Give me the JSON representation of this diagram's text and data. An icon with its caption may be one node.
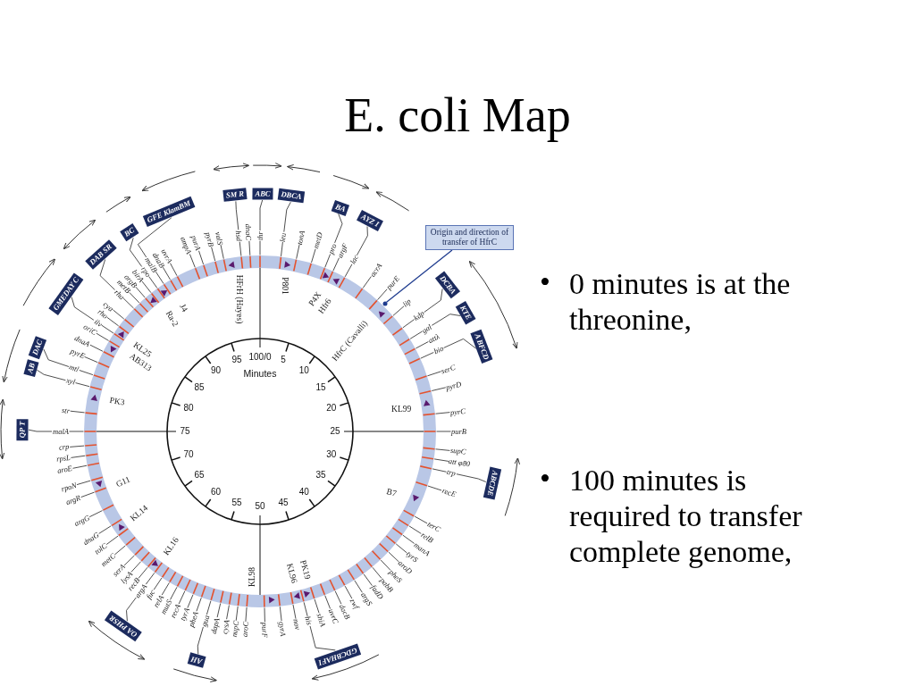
{
  "diagram": {
    "title": "E. coli Map",
    "nodes": [
      {
        "text": [
          "thr"
        ]
      },
      {
        "text": [
          "leu"
        ]
      },
      {
        "text": [
          "tonA"
        ]
      },
      {
        "text": [
          "metD"
        ]
      },
      {
        "text": [
          "pro"
        ]
      },
      {
        "text": [
          "argF"
        ]
      },
      {
        "text": [
          "lac"
        ]
      },
      {
        "text": [
          "acrA"
        ]
      },
      {
        "text": [
          "purE"
        ]
      },
      {
        "text": [
          "lip"
        ]
      },
      {
        "text": [
          "kdp"
        ]
      },
      {
        "text": [
          "gal"
        ]
      },
      {
        "text": [
          "attλ"
        ]
      },
      {
        "text": [
          "bio"
        ]
      },
      {
        "text": [
          "serC"
        ]
      },
      {
        "text": [
          "pyrD"
        ]
      },
      {
        "text": [
          "pyrC"
        ]
      },
      {
        "text": [
          "purB"
        ]
      },
      {
        "text": [
          "supC"
        ]
      },
      {
        "text": [
          "att φ80"
        ]
      },
      {
        "text": [
          "trp"
        ]
      },
      {
        "text": [
          "recE"
        ]
      },
      {
        "text": [
          "terC"
        ]
      },
      {
        "text": [
          "relB"
        ]
      },
      {
        "text": [
          "manA"
        ]
      },
      {
        "text": [
          "tyrS"
        ]
      },
      {
        "text": [
          "aroD"
        ]
      },
      {
        "text": [
          "pheS"
        ]
      },
      {
        "text": [
          "pabB"
        ]
      },
      {
        "text": [
          "fadD"
        ]
      },
      {
        "text": [
          "argS"
        ]
      },
      {
        "text": [
          "zwf"
        ]
      },
      {
        "text": [
          "dacB"
        ]
      },
      {
        "text": [
          "uvrC"
        ]
      },
      {
        "text": [
          "shiA"
        ]
      },
      {
        "text": [
          "his"
        ]
      },
      {
        "text": [
          "nov"
        ]
      },
      {
        "text": [
          "gyrA"
        ]
      },
      {
        "text": [
          "purF"
        ]
      },
      {
        "text": [
          "aroC"
        ]
      },
      {
        "text": [
          "nupC"
        ]
      },
      {
        "text": [
          "cysA"
        ]
      },
      {
        "text": [
          "dapA"
        ]
      },
      {
        "text": [
          "gua"
        ]
      },
      {
        "text": [
          "pheA"
        ]
      },
      {
        "text": [
          "tyrA"
        ]
      },
      {
        "text": [
          "recA"
        ]
      },
      {
        "text": [
          "mutS"
        ]
      },
      {
        "text": [
          "relA"
        ]
      },
      {
        "text": [
          "fuc"
        ]
      },
      {
        "text": [
          "argA"
        ]
      },
      {
        "text": [
          "recB"
        ]
      },
      {
        "text": [
          "lysA"
        ]
      },
      {
        "text": [
          "serA"
        ]
      },
      {
        "text": [
          "metC"
        ]
      },
      {
        "text": [
          "tolC"
        ]
      },
      {
        "text": [
          "dnaG"
        ]
      },
      {
        "text": [
          "argG"
        ]
      },
      {
        "text": [
          "argR"
        ]
      },
      {
        "text": [
          "rpoN"
        ]
      },
      {
        "text": [
          "aroE"
        ]
      },
      {
        "text": [
          "rpsL"
        ]
      },
      {
        "text": [
          "crp"
        ]
      },
      {
        "text": [
          "malA"
        ]
      },
      {
        "text": [
          "str"
        ]
      },
      {
        "text": [
          "xyl"
        ]
      },
      {
        "text": [
          "mtl"
        ]
      },
      {
        "text": [
          "pyrE"
        ]
      },
      {
        "text": [
          "dnaA"
        ]
      },
      {
        "text": [
          "oriC"
        ]
      },
      {
        "text": [
          "ilv"
        ]
      },
      {
        "text": [
          "rho"
        ]
      },
      {
        "text": [
          "cya"
        ]
      },
      {
        "text": [
          "rha"
        ]
      },
      {
        "text": [
          "metB"
        ]
      },
      {
        "text": [
          "argB"
        ]
      },
      {
        "text": [
          "birA"
        ]
      },
      {
        "text": [
          "rpo"
        ]
      },
      {
        "text": [
          "malB"
        ]
      },
      {
        "text": [
          "dnaB"
        ]
      },
      {
        "text": [
          "uvrA"
        ]
      },
      {
        "text": [
          "ampA"
        ]
      },
      {
        "text": [
          "purA"
        ]
      },
      {
        "text": [
          "pyrB"
        ]
      },
      {
        "text": [
          "valS"
        ]
      },
      {
        "text": [
          "hsd"
        ]
      },
      {
        "text": [
          "dnaC"
        ]
      },
      {
        "text": [
          "SM R"
        ]
      },
      {
        "text": [
          "ABC"
        ]
      },
      {
        "text": [
          "DBCA"
        ]
      },
      {
        "text": [
          "BA"
        ]
      },
      {
        "text": [
          "AYZ I"
        ]
      },
      {
        "text": [
          "DCBA"
        ]
      },
      {
        "text": [
          "KTE"
        ]
      },
      {
        "text": [
          "A BFCD"
        ]
      },
      {
        "text": [
          "ABCDE"
        ]
      },
      {
        "text": [
          "GDCBHAFI"
        ]
      },
      {
        "text": [
          "AH"
        ]
      },
      {
        "text": [
          "OA PHSR"
        ]
      },
      {
        "text": [
          "QP T"
        ]
      },
      {
        "text": [
          "AB"
        ]
      },
      {
        "text": [
          "DAC"
        ]
      },
      {
        "text": [
          "GMEDAY C"
        ]
      },
      {
        "text": [
          "DAB SR"
        ]
      },
      {
        "text": [
          "BC"
        ]
      },
      {
        "text": [
          "GFE KlamBM"
        ]
      },
      {
        "text": [
          "Origin and direction of transfer of HfrC"
        ]
      },
      {
        "text": [],
        "shape": "circle"
      },
      {
        "text": [],
        "shape": "circle"
      }
    ],
    "edges": [
      {
        "from": 0,
        "to": 108,
        "arrow": "none"
      },
      {
        "from": 1,
        "to": 108,
        "arrow": "none"
      },
      {
        "from": 2,
        "to": 108,
        "arrow": "none"
      },
      {
        "from": 3,
        "to": 108,
        "arrow": "none"
      },
      {
        "from": 4,
        "to": 108,
        "arrow": "none"
      },
      {
        "from": 5,
        "to": 108,
        "arrow": "none"
      },
      {
        "from": 6,
        "to": 108,
        "arrow": "none"
      },
      {
        "from": 7,
        "to": 108,
        "arrow": "none"
      },
      {
        "from": 8,
        "to": 108,
        "arrow": "none"
      },
      {
        "from": 9,
        "to": 108,
        "arrow": "none"
      },
      {
        "from": 10,
        "to": 108,
        "arrow": "none"
      },
      {
        "from": 11,
        "to": 108,
        "arrow": "none"
      },
      {
        "from": 12,
        "to": 108,
        "arrow": "none"
      },
      {
        "from": 13,
        "to": 108,
        "arrow": "none"
      },
      {
        "from": 14,
        "to": 108,
        "arrow": "none"
      },
      {
        "from": 15,
        "to": 108,
        "arrow": "none"
      },
      {
        "from": 16,
        "to": 108,
        "arrow": "none"
      },
      {
        "from": 17,
        "to": 108,
        "arrow": "none"
      },
      {
        "from": 18,
        "to": 108,
        "arrow": "none"
      },
      {
        "from": 19,
        "to": 108,
        "arrow": "none"
      },
      {
        "from": 20,
        "to": 108,
        "arrow": "none"
      },
      {
        "from": 21,
        "to": 108,
        "arrow": "none"
      },
      {
        "from": 22,
        "to": 108,
        "arrow": "none"
      },
      {
        "from": 23,
        "to": 108,
        "arrow": "none"
      },
      {
        "from": 24,
        "to": 108,
        "arrow": "none"
      },
      {
        "from": 25,
        "to": 108,
        "arrow": "none"
      },
      {
        "from": 26,
        "to": 108,
        "arrow": "none"
      },
      {
        "from": 27,
        "to": 108,
        "arrow": "none"
      },
      {
        "from": 28,
        "to": 108,
        "arrow": "none"
      },
      {
        "from": 29,
        "to": 108,
        "arrow": "none"
      },
      {
        "from": 30,
        "to": 108,
        "arrow": "none"
      },
      {
        "from": 31,
        "to": 108,
        "arrow": "none"
      },
      {
        "from": 32,
        "to": 108,
        "arrow": "none"
      },
      {
        "from": 33,
        "to": 108,
        "arrow": "none"
      },
      {
        "from": 34,
        "to": 108,
        "arrow": "none"
      },
      {
        "from": 35,
        "to": 108,
        "arrow": "none"
      },
      {
        "from": 36,
        "to": 108,
        "arrow": "none"
      },
      {
        "from": 37,
        "to": 108,
        "arrow": "none"
      },
      {
        "from": 38,
        "to": 108,
        "arrow": "none"
      },
      {
        "from": 39,
        "to": 108,
        "arrow": "none"
      },
      {
        "from": 40,
        "to": 108,
        "arrow": "none"
      },
      {
        "from": 41,
        "to": 108,
        "arrow": "none"
      },
      {
        "from": 42,
        "to": 108,
        "arrow": "none"
      },
      {
        "from": 43,
        "to": 108,
        "arrow": "none"
      },
      {
        "from": 44,
        "to": 108,
        "arrow": "none"
      },
      {
        "from": 45,
        "to": 108,
        "arrow": "none"
      },
      {
        "from": 46,
        "to": 108,
        "arrow": "none"
      },
      {
        "from": 47,
        "to": 108,
        "arrow": "none"
      },
      {
        "from": 48,
        "to": 108,
        "arrow": "none"
      },
      {
        "from": 49,
        "to": 108,
        "arrow": "none"
      },
      {
        "from": 50,
        "to": 108,
        "arrow": "none"
      },
      {
        "from": 51,
        "to": 108,
        "arrow": "none"
      },
      {
        "from": 52,
        "to": 108,
        "arrow": "none"
      },
      {
        "from": 53,
        "to": 108,
        "arrow": "none"
      },
      {
        "from": 54,
        "to": 108,
        "arrow": "none"
      },
      {
        "from": 55,
        "to": 108,
        "arrow": "none"
      },
      {
        "from": 56,
        "to": 108,
        "arrow": "none"
      },
      {
        "from": 57,
        "to": 108,
        "arrow": "none"
      },
      {
        "from": 58,
        "to": 108,
        "arrow": "none"
      },
      {
        "from": 59,
        "to": 108,
        "arrow": "none"
      },
      {
        "from": 60,
        "to": 108,
        "arrow": "none"
      },
      {
        "from": 61,
        "to": 108,
        "arrow": "none"
      },
      {
        "from": 62,
        "to": 108,
        "arrow": "none"
      },
      {
        "from": 63,
        "to": 108,
        "arrow": "none"
      },
      {
        "from": 64,
        "to": 108,
        "arrow": "none"
      },
      {
        "from": 65,
        "to": 108,
        "arrow": "none"
      },
      {
        "from": 66,
        "to": 108,
        "arrow": "none"
      },
      {
        "from": 67,
        "to": 108,
        "arrow": "none"
      },
      {
        "from": 68,
        "to": 108,
        "arrow": "none"
      },
      {
        "from": 69,
        "to": 108,
        "arrow": "none"
      },
      {
        "from": 70,
        "to": 108,
        "arrow": "none"
      },
      {
        "from": 71,
        "to": 108,
        "arrow": "none"
      },
      {
        "from": 72,
        "to": 108,
        "arrow": "none"
      },
      {
        "from": 73,
        "to": 108,
        "arrow": "none"
      },
      {
        "from": 74,
        "to": 108,
        "arrow": "none"
      },
      {
        "from": 75,
        "to": 108,
        "arrow": "none"
      },
      {
        "from": 76,
        "to": 108,
        "arrow": "none"
      },
      {
        "from": 77,
        "to": 108,
        "arrow": "none"
      },
      {
        "from": 78,
        "to": 108,
        "arrow": "none"
      },
      {
        "from": 79,
        "to": 108,
        "arrow": "none"
      },
      {
        "from": 80,
        "to": 108,
        "arrow": "none"
      },
      {
        "from": 81,
        "to": 108,
        "arrow": "none"
      },
      {
        "from": 82,
        "to": 108,
        "arrow": "none"
      },
      {
        "from": 83,
        "to": 108,
        "arrow": "none"
      },
      {
        "from": 84,
        "to": 108,
        "arrow": "none"
      },
      {
        "from": 85,
        "to": 108,
        "arrow": "none"
      },
      {
        "from": 86,
        "to": 108,
        "arrow": "none"
      },
      {
        "from": 87,
        "to": 85,
        "arrow": "none"
      },
      {
        "from": 88,
        "to": 0,
        "arrow": "none"
      },
      {
        "from": 89,
        "to": 1,
        "arrow": "none"
      },
      {
        "from": 90,
        "to": 4,
        "arrow": "none"
      },
      {
        "from": 91,
        "to": 6,
        "arrow": "none"
      },
      {
        "from": 92,
        "to": 10,
        "arrow": "none"
      },
      {
        "from": 93,
        "to": 11,
        "arrow": "none"
      },
      {
        "from": 94,
        "to": 13,
        "arrow": "none"
      },
      {
        "from": 95,
        "to": 20,
        "arrow": "none"
      },
      {
        "from": 96,
        "to": 35,
        "arrow": "none"
      },
      {
        "from": 97,
        "to": 43,
        "arrow": "none"
      },
      {
        "from": 98,
        "to": 50,
        "arrow": "none"
      },
      {
        "from": 99,
        "to": 63,
        "arrow": "none"
      },
      {
        "from": 100,
        "to": 65,
        "arrow": "none"
      },
      {
        "from": 101,
        "to": 66,
        "arrow": "none"
      },
      {
        "from": 102,
        "to": 70,
        "arrow": "none"
      },
      {
        "from": 103,
        "to": 73,
        "arrow": "none"
      },
      {
        "from": 104,
        "to": 77,
        "arrow": "none"
      },
      {
        "from": 105,
        "to": 78,
        "arrow": "none"
      },
      {
        "from": 106,
        "to": 107,
        "arrow": "none",
        "color": "#1f3c8f"
      }
    ],
    "labels": [
      "HFrH (Hayes)",
      "P801",
      "P4X",
      "Hfr6",
      "HfrC (Cavalli)",
      "KL99",
      "B7",
      "PK19",
      "KL96",
      "KL98",
      "KL16",
      "KL14",
      "G11",
      "PK3",
      "KL25",
      "AB313",
      "Ra-2",
      "J4",
      "100/0",
      "5",
      "10",
      "15",
      "20",
      "25",
      "30",
      "35",
      "40",
      "45",
      "50",
      "55",
      "60",
      "65",
      "70",
      "75",
      "80",
      "85",
      "90",
      "95",
      "Minutes",
      "•",
      "0 minutes is at the threonine,",
      "•",
      "100 minutes is required to transfer complete genome,"
    ]
  }
}
